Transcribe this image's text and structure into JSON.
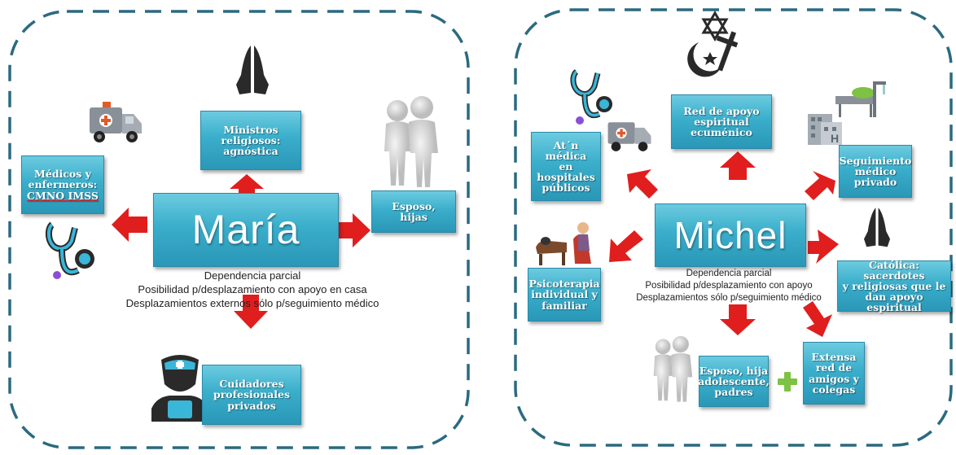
{
  "maria": {
    "name": "María",
    "nodes": {
      "ministers": "Ministros\nreligiosos:\nagnóstica",
      "doctors_line1": "Médicos y\nenfermeros:",
      "doctors_line2": "CMNO IMSS",
      "family": "Esposo,\nhijas",
      "caregivers": "Cuidadores\nprofesionales\nprivados"
    },
    "notes": "Dependencia parcial\nPosibilidad p/desplazamiento con apoyo en casa\nDesplazamientos externos  sólo p/seguimiento médico"
  },
  "michel": {
    "name": "Michel",
    "nodes": {
      "ecumenical": "Red de apoyo\nespiritual\necuménico",
      "public_care": "At´n médica\nen\nhospitales\npúblicos",
      "private_followup": "Seguimiento\nmédico\nprivado",
      "psychotherapy": "Psicoterapia\nindividual y\nfamiliar",
      "catholic": "Católica: sacerdotes\ny religiosas que le\ndan apoyo espiritual",
      "family": "Esposo, hija\nadolescente,\npadres",
      "network": "Extensa\nred de\namigos y\ncolegas"
    },
    "notes": "Dependencia parcial\nPosibilidad p/desplazamiento con apoyo\nDesplazamientos sólo p/seguimiento médico"
  },
  "colors": {
    "box": "#3aaecb",
    "arrow": "#e01e1e",
    "dash_border": "#2b6a80",
    "icon_dark": "#2a2a2a",
    "stethoscope": "#3ab6d8"
  },
  "icons": [
    "praying-hands-icon",
    "ambulance-icon",
    "stethoscope-icon",
    "couple-icon",
    "nurse-icon",
    "religious-symbols-icon",
    "hospital-bed-icon",
    "hospital-icon",
    "therapist-icon",
    "plus-icon"
  ]
}
